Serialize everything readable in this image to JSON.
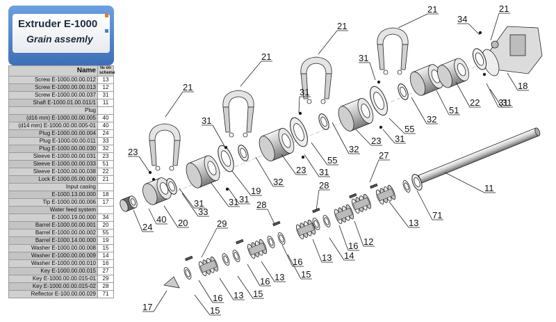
{
  "header": {
    "title": "Extruder E-1000",
    "subtitle": "Grain assemly"
  },
  "table": {
    "col_name": "Name",
    "col_no": "№ on scheme",
    "rows": [
      {
        "name": "Screw E-1000.00.00.012",
        "no": "13"
      },
      {
        "name": "Screw E-1000.00.00.013",
        "no": "12"
      },
      {
        "name": "Screw E-1000.00.00.037",
        "no": "31"
      },
      {
        "name": "Shaft E-1000.01.00.011/1",
        "no": "11"
      },
      {
        "name": "Plug",
        "no": ""
      },
      {
        "name": "(d16 mm) E-1000.00.00.005",
        "no": "40"
      },
      {
        "name": "(d14 mm) E-1000.00.00.005-01",
        "no": "40"
      },
      {
        "name": "Plug E-1000.00.00.004",
        "no": "24"
      },
      {
        "name": "Plug E-1000.00.00.011",
        "no": "33"
      },
      {
        "name": "Plug E-1000.00.00.030",
        "no": "32"
      },
      {
        "name": "Sleeve E-1000.00.00.031",
        "no": "23"
      },
      {
        "name": "Sleeve E-1000.00.00.033",
        "no": "51"
      },
      {
        "name": "Sleeve E-1000.00.00.038",
        "no": "22"
      },
      {
        "name": "Lock E-1000.05.00.000",
        "no": "21"
      },
      {
        "name": "Input casing",
        "no": ""
      },
      {
        "name": "E-1000.13.00.000",
        "no": "18"
      },
      {
        "name": "Tip E-1000.00.00.006",
        "no": "17"
      },
      {
        "name": "Water feed system",
        "no": ""
      },
      {
        "name": "E-1000.19.00.000",
        "no": "34"
      },
      {
        "name": "Barrel E-1000.00.00.001",
        "no": "20"
      },
      {
        "name": "Barrel E-1000.00.00.002",
        "no": "55"
      },
      {
        "name": "Barrel E-1000.14.00.000",
        "no": "19"
      },
      {
        "name": "Washer E-1000.00.00.008",
        "no": "15"
      },
      {
        "name": "Washer E-1000.00.00.009",
        "no": "14"
      },
      {
        "name": "Washer E-1000.00.00.010",
        "no": "16"
      },
      {
        "name": "Key E-1000.00.00.015",
        "no": "27"
      },
      {
        "name": "Key E-1000.00.00.015-01",
        "no": "29"
      },
      {
        "name": "Key E-1000.00.00.015-02",
        "no": "28"
      },
      {
        "name": "Reflector E-100.00.00.029",
        "no": "71"
      }
    ]
  },
  "callouts": [
    {
      "t": "21"
    },
    {
      "t": "21"
    },
    {
      "t": "21"
    },
    {
      "t": "21"
    },
    {
      "t": "21"
    },
    {
      "t": "34"
    },
    {
      "t": "31"
    },
    {
      "t": "31"
    },
    {
      "t": "18"
    },
    {
      "t": "31"
    },
    {
      "t": "22"
    },
    {
      "t": "51"
    },
    {
      "t": "31"
    },
    {
      "t": "32"
    },
    {
      "t": "55"
    },
    {
      "t": "31"
    },
    {
      "t": "23"
    },
    {
      "t": "31"
    },
    {
      "t": "32"
    },
    {
      "t": "55"
    },
    {
      "t": "31"
    },
    {
      "t": "23"
    },
    {
      "t": "31"
    },
    {
      "t": "32"
    },
    {
      "t": "19"
    },
    {
      "t": "31"
    },
    {
      "t": "23"
    },
    {
      "t": "31"
    },
    {
      "t": "20"
    },
    {
      "t": "33"
    },
    {
      "t": "40"
    },
    {
      "t": "24"
    },
    {
      "t": "27"
    },
    {
      "t": "11"
    },
    {
      "t": "71"
    },
    {
      "t": "28"
    },
    {
      "t": "13"
    },
    {
      "t": "12"
    },
    {
      "t": "16"
    },
    {
      "t": "28"
    },
    {
      "t": "14"
    },
    {
      "t": "13"
    },
    {
      "t": "16"
    },
    {
      "t": "29"
    },
    {
      "t": "15"
    },
    {
      "t": "13"
    },
    {
      "t": "16"
    },
    {
      "t": "15"
    },
    {
      "t": "13"
    },
    {
      "t": "16"
    },
    {
      "t": "17"
    },
    {
      "t": "15"
    }
  ]
}
